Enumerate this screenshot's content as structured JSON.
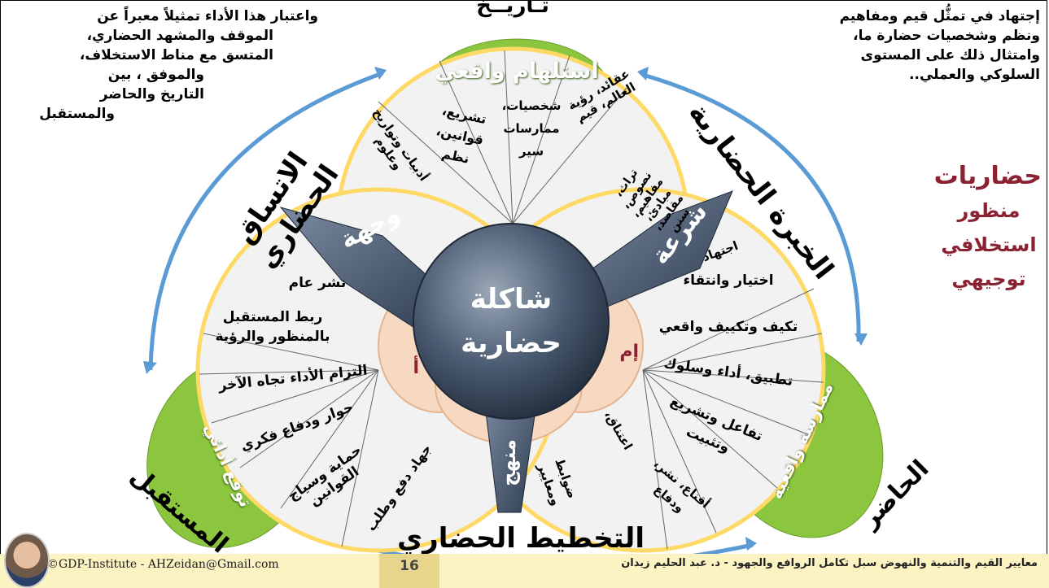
{
  "corner_left": {
    "lines": [
      "واعتبار هذا الأداء تمثيلاً معبراً عن",
      "الموقف والمشهد الحضاري،",
      "المتسق مع مناط الاستخلاف،",
      "والموفق ، بين",
      "التاريخ والحاضر",
      "والمستقبل"
    ]
  },
  "corner_right": {
    "lines": [
      "إجتهاد في تمثُّل قيم ومفاهيم",
      "ونظم وشخصيات حضارة ما،",
      "وامتثال ذلك على المستوى",
      "السلوكي والعملي.."
    ]
  },
  "brand": {
    "lines": [
      "حضاريات",
      "منظور",
      "استخلافي",
      "توجيهي"
    ]
  },
  "arc_titles": {
    "top": "تـاريــخ",
    "left": "الاتساق الحضاري",
    "right": "الخبرة الحضارية",
    "bottom": "التخطيط الحضاري",
    "bottom_left": "المستقبل",
    "bottom_right": "الحاضر"
  },
  "petals": {
    "top": "استلهام واقعي",
    "right": "ممارسة واقعية",
    "left": "توقع أدائي"
  },
  "center": {
    "line1": "شاكلة",
    "line2": "حضارية"
  },
  "blades": {
    "left": "وجهة",
    "right": "شرعة",
    "bottom": "منهج"
  },
  "inner_partial": {
    "left": "أ",
    "right": "إم"
  },
  "top_segments": [
    "عقائد، رؤية العالم، قيم",
    "شخصيات، ممارسات سير",
    "تشريع، قوانين، نظم",
    "أدبيات وتواريخ وعلوم",
    "تراث، نصوص، مفاهيم، مبادئ، مقاصد، سنن"
  ],
  "left_segments": [
    "نشر عام",
    "ربط المستقبل بالمنظور والرؤية",
    "التزام الأداء تجاه الآخر",
    "حوار ودفاع فكري",
    "حماية وسياج القوانين",
    "جهاد دفع وطلب"
  ],
  "right_segments": [
    "اجتهاد",
    "اختيار وانتقاء",
    "تكيف وتكييف واقعي",
    "تطبيق، أداء وسلوك",
    "تفاعل وتشريع وتثبيت",
    "أقناع، نشر، ودفاع",
    "اعتناق،",
    "ضوابط ومعايير"
  ],
  "footer": {
    "copyright": "©GDP-Institute - AHZeidan@Gmail.com",
    "page": "16",
    "title": "معايير القيم والتنمية والنهوض سبل تكامل الروافع والجهود - د. عبد الحليم زيدان"
  },
  "colors": {
    "green": "#8cc63f",
    "yellow_ring": "#ffd966",
    "segment": "#f2f2f2",
    "arrow_blue": "#5b9bd5",
    "center_dark": "#3b4a5e",
    "brand_red": "#8b2232"
  }
}
